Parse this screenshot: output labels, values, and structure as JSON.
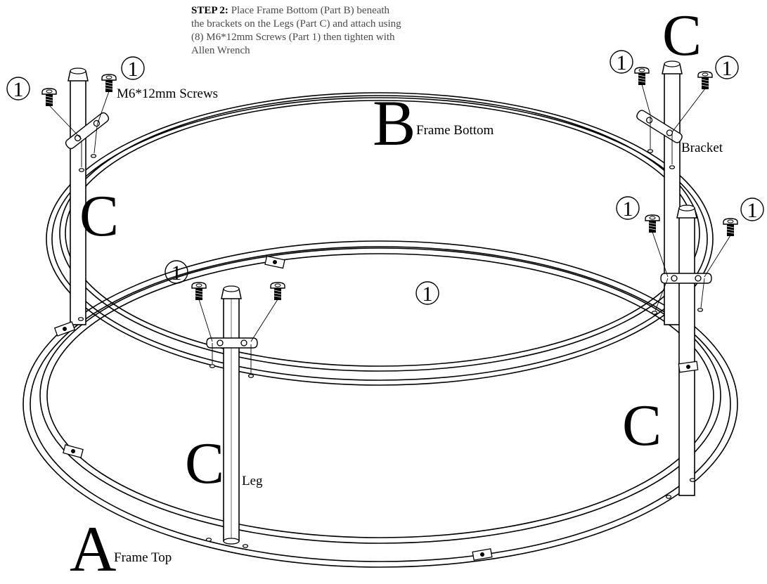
{
  "instruction": {
    "step_label": "STEP 2:",
    "text": "Place Frame Bottom (Part B) beneath the brackets on the Legs (Part C) and attach using (8) M6*12mm Screws (Part 1) then tighten with Allen Wrench"
  },
  "parts": {
    "frame_top": {
      "letter": "A",
      "label": "Frame Top"
    },
    "frame_bottom": {
      "letter": "B",
      "label": "Frame Bottom"
    },
    "leg": {
      "letter": "C",
      "label": "Leg"
    },
    "bracket": {
      "label": "Bracket"
    },
    "screw": {
      "number": "1",
      "label": "M6*12mm Screws"
    }
  }
}
